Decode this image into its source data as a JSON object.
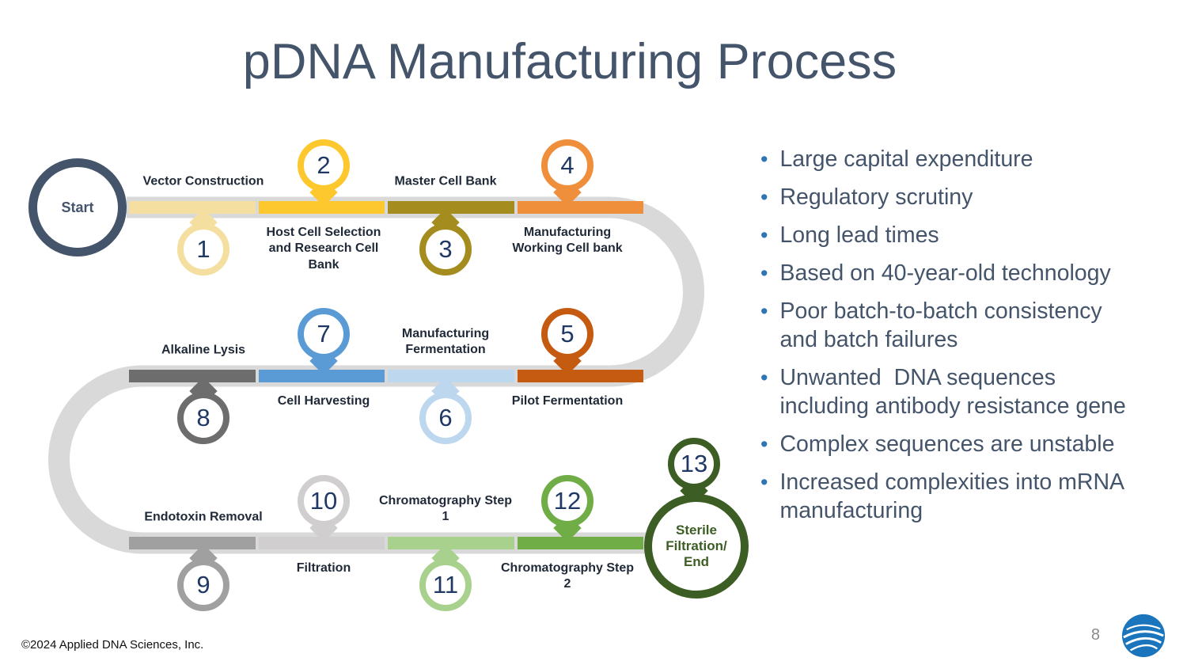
{
  "title": "pDNA Manufacturing Process",
  "diagram": {
    "start_label": "Start",
    "end_label": "Sterile Filtration/ End",
    "track_color": "#d9d9d9",
    "start_color": "#44546a",
    "end_color": "#3c5e24",
    "steps": [
      {
        "num": "1",
        "label": "Vector Construction",
        "color": "#f4dfa0",
        "row": 0,
        "col": 0,
        "pin_side": "below"
      },
      {
        "num": "2",
        "label": "Host Cell Selection and Research Cell Bank",
        "color": "#fdc72e",
        "row": 0,
        "col": 1,
        "pin_side": "above"
      },
      {
        "num": "3",
        "label": "Master Cell Bank",
        "color": "#a58c1e",
        "row": 0,
        "col": 2,
        "pin_side": "below"
      },
      {
        "num": "4",
        "label": "Manufacturing Working Cell bank",
        "color": "#ef8f3c",
        "row": 0,
        "col": 3,
        "pin_side": "above"
      },
      {
        "num": "5",
        "label": "Pilot Fermentation",
        "color": "#c55a11",
        "row": 1,
        "col": 3,
        "pin_side": "above"
      },
      {
        "num": "6",
        "label": "Manufacturing Fermentation",
        "color": "#bdd7ee",
        "row": 1,
        "col": 2,
        "pin_side": "below"
      },
      {
        "num": "7",
        "label": "Cell Harvesting",
        "color": "#5b9bd5",
        "row": 1,
        "col": 1,
        "pin_side": "above"
      },
      {
        "num": "8",
        "label": "Alkaline Lysis",
        "color": "#6d6d6d",
        "row": 1,
        "col": 0,
        "pin_side": "below"
      },
      {
        "num": "9",
        "label": "Endotoxin Removal",
        "color": "#a0a0a0",
        "row": 2,
        "col": 0,
        "pin_side": "below"
      },
      {
        "num": "10",
        "label": "Filtration",
        "color": "#d0cece",
        "row": 2,
        "col": 1,
        "pin_side": "above"
      },
      {
        "num": "11",
        "label": "Chromatography Step 1",
        "color": "#a9d18e",
        "row": 2,
        "col": 2,
        "pin_side": "below"
      },
      {
        "num": "12",
        "label": "Chromatography Step 2",
        "color": "#70ad47",
        "row": 2,
        "col": 3,
        "pin_side": "above"
      },
      {
        "num": "13",
        "label": "",
        "color": "#3c5e24",
        "row": 2,
        "col": 4,
        "pin_side": "above"
      }
    ]
  },
  "bullets": [
    "Large capital expenditure",
    "Regulatory scrutiny",
    "Long lead times",
    "Based on 40-year-old technology",
    "Poor batch-to-batch consistency and batch failures",
    "Unwanted  DNA sequences including antibody resistance gene",
    "Complex sequences are unstable",
    "Increased complexities into mRNA manufacturing"
  ],
  "footer": {
    "copyright": "©2024 Applied DNA Sciences, Inc.",
    "page_number": "8",
    "logo": "applied-dna-sciences-globe-logo"
  },
  "colors": {
    "title_text": "#44546a",
    "bullet_text": "#44546a",
    "bullet_marker": "#2e75b6",
    "step_number": "#1f3864",
    "logo_blue": "#1b75bc"
  }
}
